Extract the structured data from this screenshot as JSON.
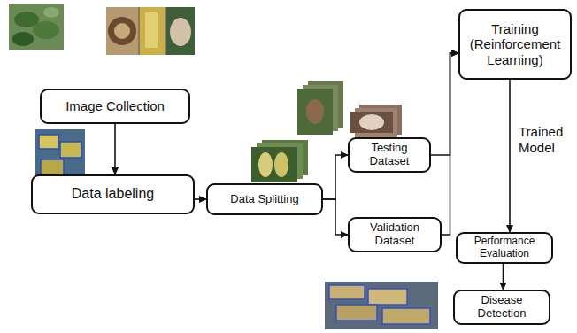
{
  "diagram": {
    "nodes": [
      {
        "text": [
          "Image Collection"
        ]
      },
      {
        "text": [
          "Data labeling"
        ]
      },
      {
        "text": [
          "Data Splitting"
        ]
      },
      {
        "text": [
          "Testing Dataset"
        ]
      },
      {
        "text": [
          "Validation Dataset"
        ]
      },
      {
        "text": [
          "Training",
          "(Reinforcement Learning)"
        ]
      },
      {
        "text": [
          "Performance Evaluation"
        ]
      },
      {
        "text": [
          "Disease Detection"
        ]
      }
    ],
    "edges": [
      {
        "from": 0,
        "to": 1,
        "arrow": "to"
      },
      {
        "from": 1,
        "to": 2,
        "arrow": "to"
      },
      {
        "from": 2,
        "to": 3,
        "arrow": "to"
      },
      {
        "from": 2,
        "to": 4,
        "arrow": "to"
      },
      {
        "from": 3,
        "to": 5,
        "arrow": "to"
      },
      {
        "from": 4,
        "to": 5,
        "arrow": "to"
      },
      {
        "from": 5,
        "to": 6,
        "arrow": "to",
        "label": "Trained Model"
      },
      {
        "from": 6,
        "to": 7,
        "arrow": "to"
      }
    ]
  }
}
